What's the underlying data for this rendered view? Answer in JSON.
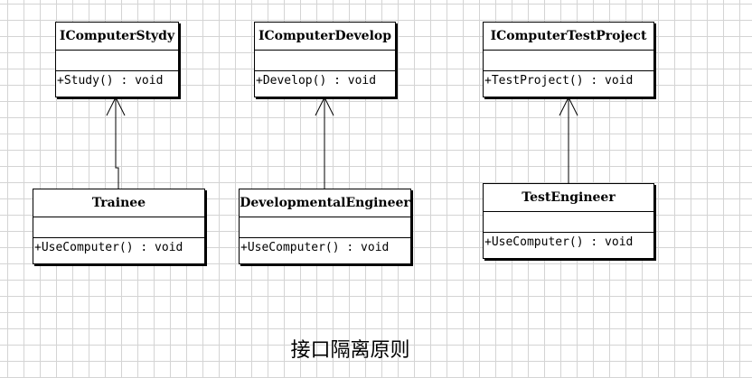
{
  "interfaces": [
    {
      "name": "IComputerStydy",
      "operation": "+Study() : void"
    },
    {
      "name": "IComputerDevelop",
      "operation": "+Develop() : void"
    },
    {
      "name": "IComputerTestProject",
      "operation": "+TestProject() : void"
    }
  ],
  "classes": [
    {
      "name": "Trainee",
      "operation": "+UseComputer() : void"
    },
    {
      "name": "DevelopmentalEngineer",
      "operation": "+UseComputer() : void"
    },
    {
      "name": "TestEngineer",
      "operation": "+UseComputer() : void"
    }
  ],
  "caption": "接口隔离原则",
  "colors": {
    "line": "#000000",
    "grid": "#d4d4d4",
    "background": "#ffffff"
  }
}
